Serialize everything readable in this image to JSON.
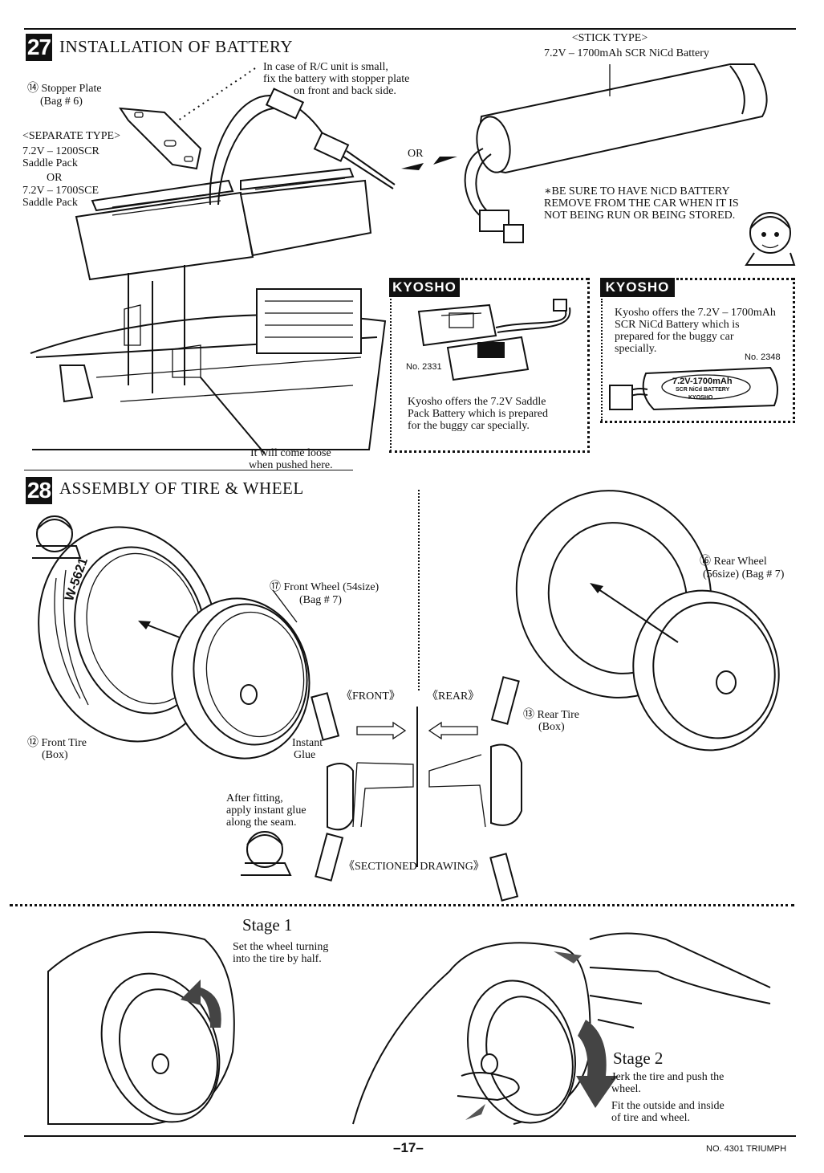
{
  "top_rule": true,
  "section27": {
    "number": "27",
    "title": "INSTALLATION OF BATTERY",
    "stick_type": "<STICK TYPE>",
    "stick_battery": "7.2V – 1700mAh SCR NiCd Battery",
    "small_unit_note": [
      "In case of R/C unit is small,",
      "fix the battery with stopper plate",
      "on front and back side."
    ],
    "stopper_plate": [
      "⑭ Stopper Plate",
      "(Bag # 6)"
    ],
    "separate_type": "<SEPARATE TYPE>",
    "separate_options": [
      "7.2V – 1200SCR",
      "Saddle Pack",
      "OR",
      "7.2V – 1700SCE",
      "Saddle Pack"
    ],
    "or_label": "OR",
    "warning": [
      "∗BE SURE TO HAVE NiCD BATTERY",
      "REMOVE FROM THE CAR WHEN IT IS",
      "NOT BEING RUN OR BEING STORED."
    ],
    "loose_note": [
      "It will come loose",
      "when pushed here."
    ],
    "ad_saddle": {
      "brand": "KYOSHO",
      "part_no": "No. 2331",
      "text": [
        "Kyosho offers the 7.2V Saddle",
        "Pack Battery which is prepared",
        "for the buggy car specially."
      ]
    },
    "ad_stick": {
      "brand": "KYOSHO",
      "part_no": "No. 2348",
      "text": [
        "Kyosho offers the 7.2V – 1700mAh",
        "SCR NiCd Battery which is",
        "prepared for the buggy car",
        "specially."
      ],
      "battery_label": [
        "7.2V-1700mAh",
        "SCR NiCd BATTERY",
        "KYOSHO"
      ]
    }
  },
  "section28": {
    "number": "28",
    "title": "ASSEMBLY OF TIRE & WHEEL",
    "front_wheel": [
      "⑰ Front Wheel (54size)",
      "(Bag # 7)"
    ],
    "front_tire": [
      "⑫ Front Tire",
      "(Box)"
    ],
    "tire_marking": "W-5621",
    "rear_wheel": [
      "⑯ Rear Wheel",
      "(56size) (Bag # 7)"
    ],
    "rear_tire": [
      "⑬ Rear Tire",
      "(Box)"
    ],
    "front_label": "《FRONT》",
    "rear_label": "《REAR》",
    "instant_glue": [
      "Instant",
      "Glue"
    ],
    "after_fitting": [
      "After fitting,",
      "apply instant glue",
      "along the seam."
    ],
    "sectioned": "《SECTIONED DRAWING》"
  },
  "stage1": {
    "title": "Stage 1",
    "text": [
      "Set the wheel turning",
      "into the tire by half."
    ]
  },
  "stage2": {
    "title": "Stage 2",
    "text": [
      "Jerk the tire and push the",
      "wheel."
    ],
    "text2": [
      "Fit the outside and inside",
      "of tire and wheel."
    ]
  },
  "footer": {
    "page": "–17–",
    "model": "NO. 4301 TRIUMPH"
  }
}
